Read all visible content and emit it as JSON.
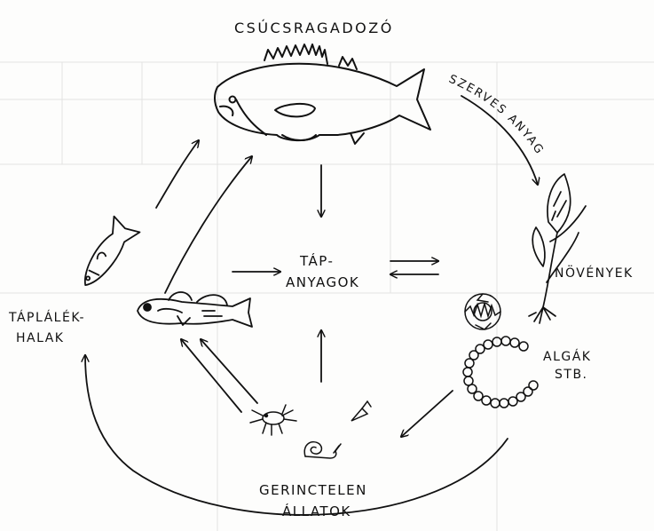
{
  "labels": {
    "top": "CSÚCSRAGADOZÓ",
    "center_line1": "TÁP-",
    "center_line2": "ANYAGOK",
    "organic": "SZERVES ANYAG",
    "plants": "NÖVÉNYEK",
    "algae_line1": "ALGÁK",
    "algae_line2": "STB.",
    "fish_line1": "TÁPLÁLÉK-",
    "fish_line2": "HALAK",
    "inverts_line1": "GERINCTELEN",
    "inverts_line2": "ÁLLATOK"
  },
  "colors": {
    "ink": "#111111",
    "ghost": "#d6d6d6"
  }
}
